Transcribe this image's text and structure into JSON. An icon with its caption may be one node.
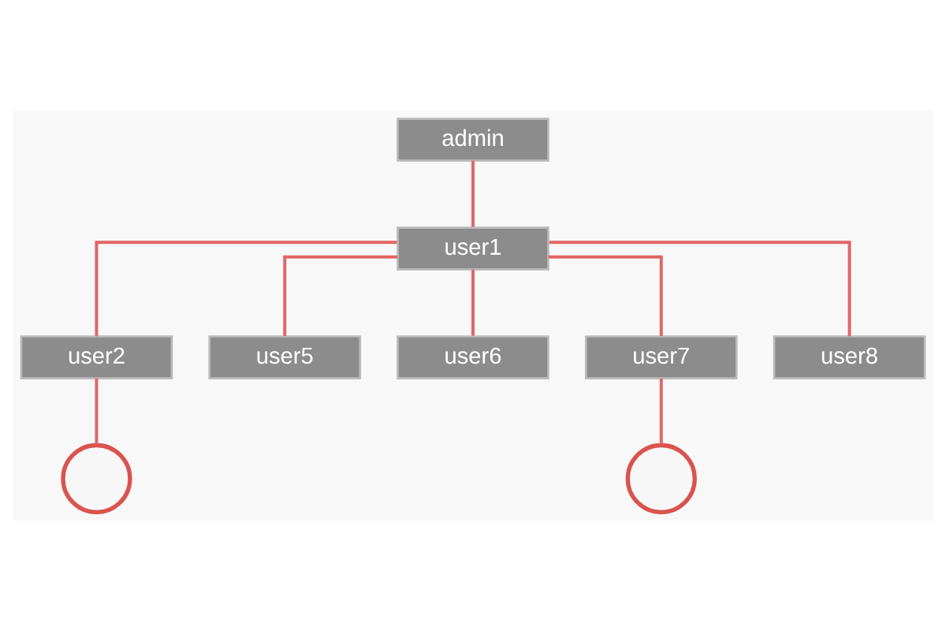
{
  "diagram": {
    "nodes": [
      {
        "text": [
          "admin"
        ]
      },
      {
        "text": [
          "user1"
        ]
      },
      {
        "text": [
          "user2"
        ]
      },
      {
        "text": [
          "user5"
        ]
      },
      {
        "text": [
          "user6"
        ]
      },
      {
        "text": [
          "user7"
        ]
      },
      {
        "text": [
          "user8"
        ]
      },
      {
        "text": [],
        "shape": "person"
      },
      {
        "text": [],
        "shape": "person"
      }
    ],
    "edges": [
      {
        "from": 0,
        "to": 1,
        "arrow": "none"
      },
      {
        "from": 1,
        "to": 2,
        "arrow": "none"
      },
      {
        "from": 1,
        "to": 3,
        "arrow": "none"
      },
      {
        "from": 1,
        "to": 4,
        "arrow": "none"
      },
      {
        "from": 1,
        "to": 5,
        "arrow": "none"
      },
      {
        "from": 1,
        "to": 6,
        "arrow": "none"
      },
      {
        "from": 2,
        "to": 7,
        "arrow": "none"
      },
      {
        "from": 5,
        "to": 8,
        "arrow": "none"
      }
    ]
  }
}
